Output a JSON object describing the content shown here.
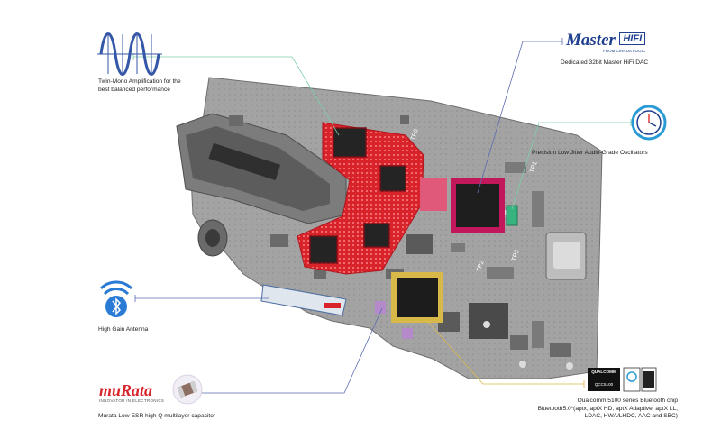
{
  "annotations": {
    "twin_mono": {
      "line1": "Twin-Mono Amplification for the",
      "line2": "best balanced performance"
    },
    "master_hifi": {
      "brand": "Master",
      "badge": "HIFI",
      "tagline": "FROM CIRRUS LOGIC",
      "caption": "Dedicated 32bit Master HiFi DAC"
    },
    "oscillator": {
      "caption": "Precision Low Jitter Audio-Grade Oscillators"
    },
    "antenna": {
      "caption": "High Gain Antenna"
    },
    "murata": {
      "brand": "muRata",
      "tagline": "INNOVATOR IN ELECTRONICS",
      "caption": "Murata Low-ESR high Q multilayer capacitor"
    },
    "bluetooth_chip": {
      "logo": "QUALCOMM",
      "part": "QCC5100",
      "line1": "Qualcomm 5100 series Bluetooth chip",
      "line2": "Bluetooth5.0*(aptx, aptX HD, aptX Adaptive, aptX LL,",
      "line3": "LDAC, HWA/LHDC, AAC and SBC)"
    }
  },
  "pcb_labels": {
    "tp6": "TP6",
    "tp1": "TP1",
    "tp2": "TP2",
    "tp3": "TP3"
  },
  "colors": {
    "amp_highlight": "#d8232a",
    "dac_highlight": "#c2185b",
    "bt_highlight": "#d8b848",
    "osc_highlight": "#36b37e",
    "callout_line_green": "#7ccfa8",
    "callout_line_blue": "#5b6bb0",
    "board_gray": "#9a9a9a",
    "brand_blue": "#1f3f8f"
  }
}
